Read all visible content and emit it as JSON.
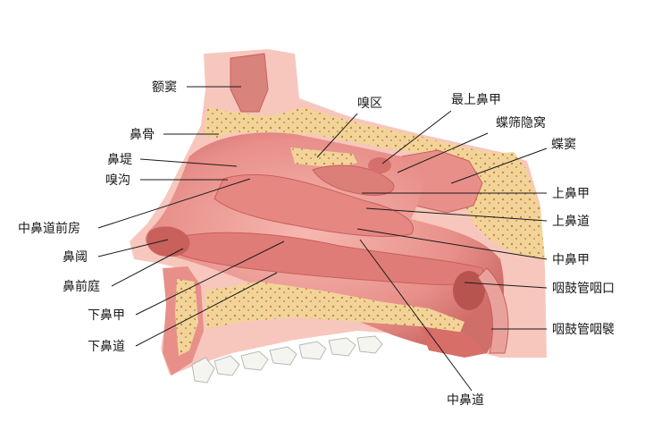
{
  "labels": {
    "e_dou": "额窦",
    "bi_gu": "鼻骨",
    "bi_ti": "鼻堤",
    "xiu_gou": "嗅沟",
    "zhong_bi_dao_qian_fang": "中鼻道前房",
    "bi_fa": "鼻阈",
    "bi_qian_ting": "鼻前庭",
    "xia_bi_jia": "下鼻甲",
    "xia_bi_dao": "下鼻道",
    "xiu_qu": "嗅区",
    "zui_shang_bi_jia": "最上鼻甲",
    "die_shai_yin_wo": "蝶筛隐窝",
    "die_dou": "蝶窦",
    "shang_bi_jia": "上鼻甲",
    "shang_bi_dao": "上鼻道",
    "zhong_bi_jia": "中鼻甲",
    "yan_gu_guan_yan_kou": "咽鼓管咽口",
    "yan_gu_guan_yan_bi": "咽鼓管咽襞",
    "zhong_bi_dao": "中鼻道"
  },
  "colors": {
    "mucosa": "#e88f8a",
    "mucosa_light": "#f4b3ac",
    "mucosa_dark": "#c8605c",
    "bone": "#f2d49a",
    "bone_dot": "#c78a3a",
    "skin": "#f7c7bd",
    "teeth": "#f4f4f0"
  }
}
